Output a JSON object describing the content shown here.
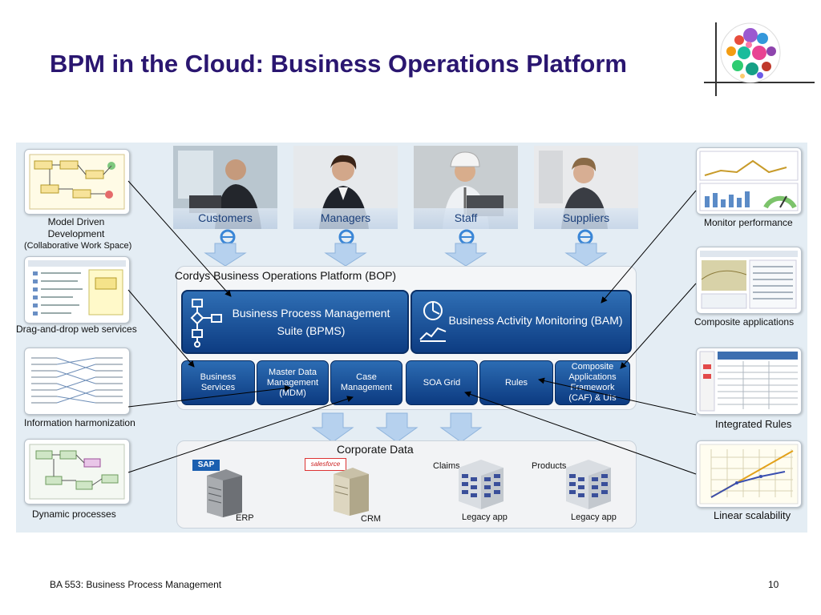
{
  "slide": {
    "title": "BPM in the Cloud: Business Operations Platform",
    "footer_left": "BA 553: Business Process Management",
    "footer_right": "10"
  },
  "personas": [
    "Customers",
    "Managers",
    "Staff",
    "Suppliers"
  ],
  "left_panel": {
    "model_driven": "Model Driven",
    "development": "Development",
    "collab_open": "(",
    "collab": "Collaborative Work Space",
    "collab_close": ")",
    "drag_drop": "Drag-and-drop web services",
    "info_harmonization": "Information harmonization",
    "dynamic_processes": "Dynamic processes"
  },
  "right_panel": {
    "monitor": "Monitor performance",
    "composite_apps": "Composite applications",
    "integrated_rules": "Integrated Rules",
    "linear_scalability": "Linear scalability"
  },
  "bop": {
    "title": "Cordys Business Operations Platform (BOP)",
    "bpms_line1": "Business Process Management",
    "bpms_line2": "Suite (BPMS)",
    "bam": "Business Activity Monitoring (BAM)",
    "components": [
      "Business\nServices",
      "Master Data\nManagement\n(MDM)",
      "Case\nManagement",
      "SOA Grid",
      "Rules",
      "Composite\nApplications\nFramework\n(CAF) & UIs"
    ]
  },
  "corporate": {
    "title": "Corporate Data",
    "erp": "ERP",
    "crm": "CRM",
    "legacy1": "Legacy app",
    "legacy2": "Legacy app",
    "claims": "Claims",
    "products": "Products",
    "sap": "SAP",
    "salesforce": "salesforce"
  },
  "colors": {
    "title": "#2a1670",
    "box_blue": "#0d3c82",
    "arrow_blue": "#a9c8ea"
  }
}
